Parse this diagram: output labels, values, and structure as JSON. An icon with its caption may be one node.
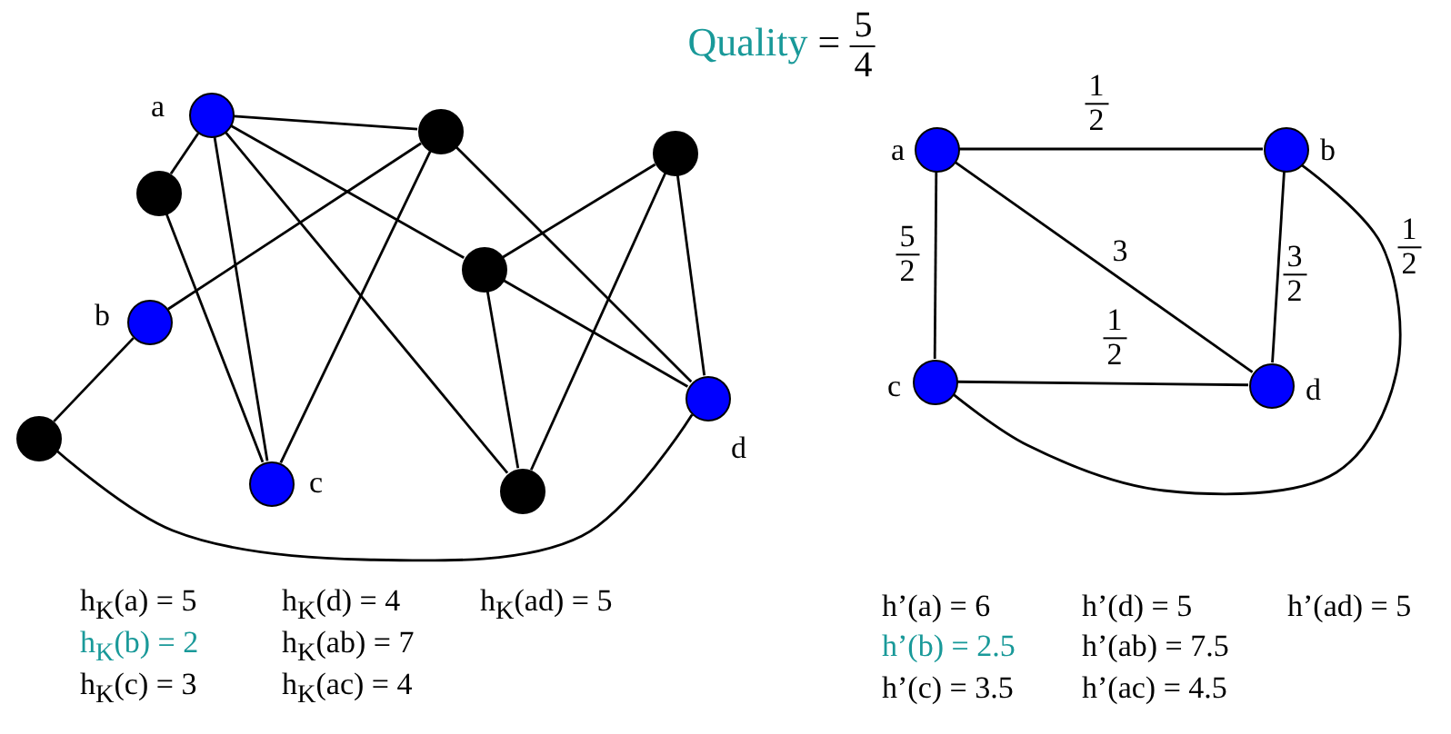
{
  "diagram": {
    "title": "Quality = 5/4",
    "nodes": [
      {
        "text": [],
        "shape": "circle",
        "beside": [
          "a"
        ]
      },
      {
        "text": [],
        "shape": "circle"
      },
      {
        "text": [],
        "shape": "circle"
      },
      {
        "text": [],
        "shape": "circle"
      },
      {
        "text": [],
        "shape": "circle"
      },
      {
        "text": [],
        "shape": "circle",
        "beside": [
          "b"
        ]
      },
      {
        "text": [],
        "shape": "circle",
        "beside": [
          "d"
        ]
      },
      {
        "text": [],
        "shape": "circle"
      },
      {
        "text": [],
        "shape": "circle",
        "beside": [
          "c"
        ]
      },
      {
        "text": [],
        "shape": "circle"
      },
      {
        "text": [],
        "shape": "circle",
        "beside": [
          "a"
        ]
      },
      {
        "text": [],
        "shape": "circle",
        "beside": [
          "b"
        ]
      },
      {
        "text": [],
        "shape": "circle",
        "beside": [
          "c"
        ]
      },
      {
        "text": [],
        "shape": "circle",
        "beside": [
          "d"
        ]
      }
    ],
    "edges": [
      {
        "from": 0,
        "to": 1,
        "arrow": "none"
      },
      {
        "from": 0,
        "to": 3,
        "arrow": "none"
      },
      {
        "from": 0,
        "to": 8,
        "arrow": "none"
      },
      {
        "from": 0,
        "to": 4,
        "arrow": "none"
      },
      {
        "from": 0,
        "to": 9,
        "arrow": "none"
      },
      {
        "from": 3,
        "to": 8,
        "arrow": "none"
      },
      {
        "from": 1,
        "to": 5,
        "arrow": "none"
      },
      {
        "from": 1,
        "to": 8,
        "arrow": "none"
      },
      {
        "from": 1,
        "to": 6,
        "arrow": "none"
      },
      {
        "from": 4,
        "to": 2,
        "arrow": "none"
      },
      {
        "from": 4,
        "to": 9,
        "arrow": "none"
      },
      {
        "from": 4,
        "to": 6,
        "arrow": "none"
      },
      {
        "from": 2,
        "to": 9,
        "arrow": "none"
      },
      {
        "from": 2,
        "to": 6,
        "arrow": "none"
      },
      {
        "from": 5,
        "to": 7,
        "arrow": "none"
      },
      {
        "from": 7,
        "to": 6,
        "arrow": "none"
      },
      {
        "from": 10,
        "to": 11,
        "arrow": "none",
        "label": "1/2"
      },
      {
        "from": 10,
        "to": 12,
        "arrow": "none",
        "label": "5/2"
      },
      {
        "from": 10,
        "to": 13,
        "arrow": "none",
        "label": "3"
      },
      {
        "from": 11,
        "to": 13,
        "arrow": "none",
        "label": "3/2"
      },
      {
        "from": 12,
        "to": 13,
        "arrow": "none",
        "label": "1/2"
      },
      {
        "from": 11,
        "to": 12,
        "arrow": "none",
        "label": "1/2"
      }
    ],
    "labels": [
      "h$_{K}$(a) = 5",
      "h$_{K}$(d) = 4",
      "h$_{K}$(ad) = 5",
      "h$_{K}$(b) = 2",
      "h$_{K}$(ab) = 7",
      "h$_{K}$(c) = 3",
      "h$_{K}$(ac) = 4",
      "h’(a) = 6",
      "h’(d) = 5",
      "h’(ad) = 5",
      "h’(b) = 2.5",
      "h’(ab) = 7.5",
      "h’(c) = 3.5",
      "h’(ac) = 4.5"
    ]
  }
}
